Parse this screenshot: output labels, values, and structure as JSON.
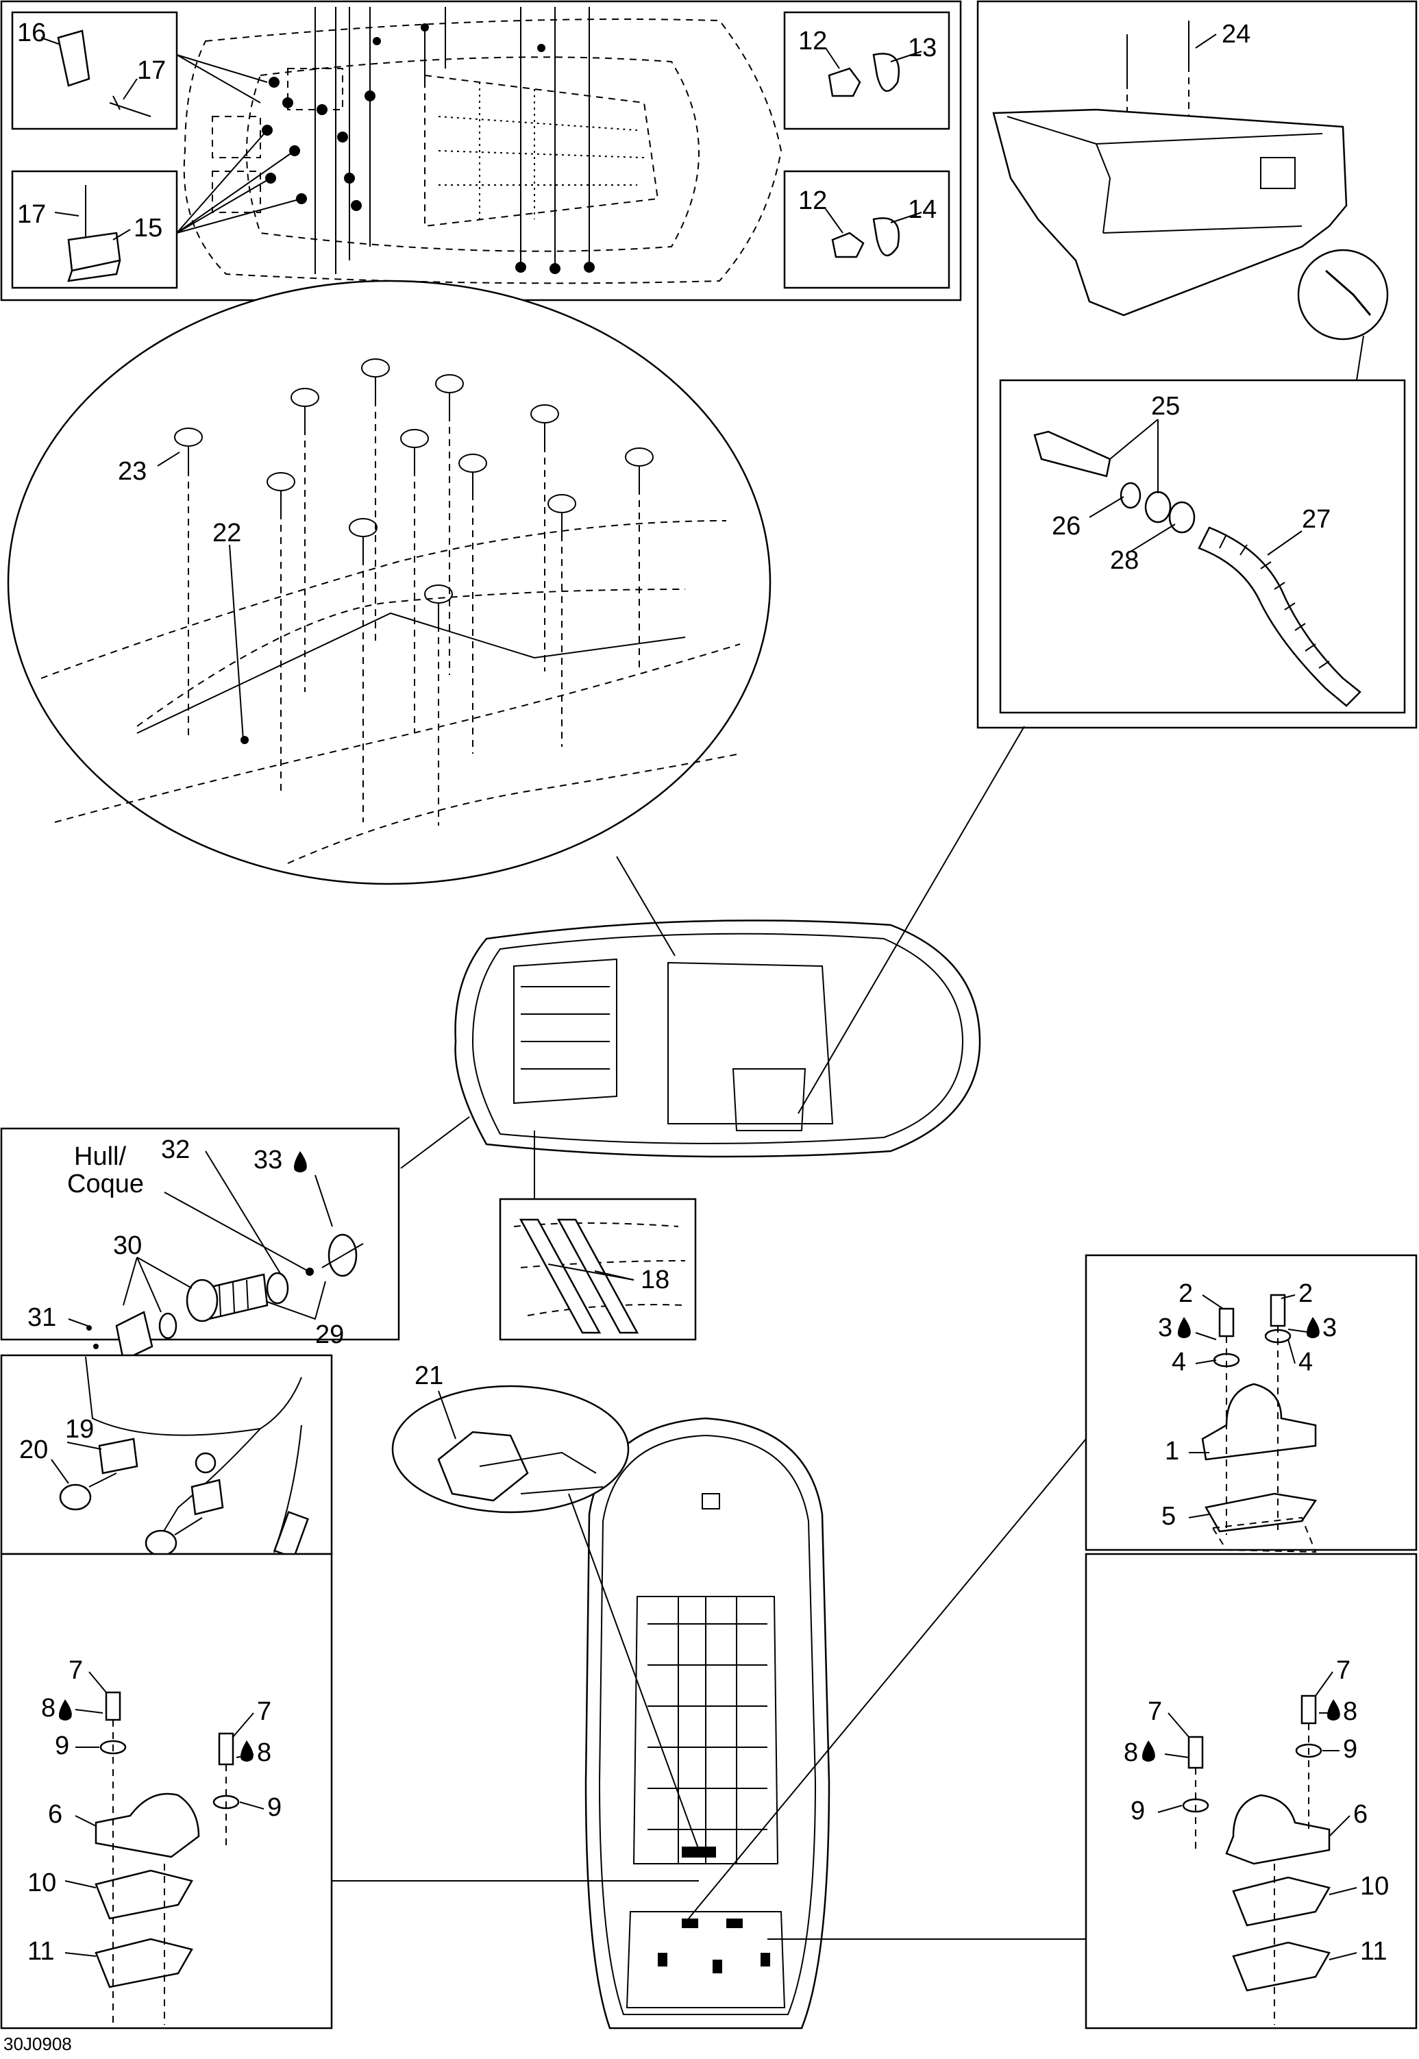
{
  "callouts": {
    "c1": "1",
    "c2": "2",
    "c3": "3",
    "c4": "4",
    "c5": "5",
    "c6": "6",
    "c7": "7",
    "c8": "8",
    "c9": "9",
    "c10": "10",
    "c11": "11",
    "c12": "12",
    "c13": "13",
    "c14": "14",
    "c15": "15",
    "c16": "16",
    "c17": "17",
    "c18": "18",
    "c19": "19",
    "c20": "20",
    "c21": "21",
    "c22": "22",
    "c23": "23",
    "c24": "24",
    "c25": "25",
    "c26": "26",
    "c27": "27",
    "c28": "28",
    "c29": "29",
    "c30": "30",
    "c31": "31",
    "c32": "32",
    "c33": "33"
  },
  "hull_label_line1": "Hull/",
  "hull_label_line2": "Coque",
  "drawing_code": "30J0908"
}
